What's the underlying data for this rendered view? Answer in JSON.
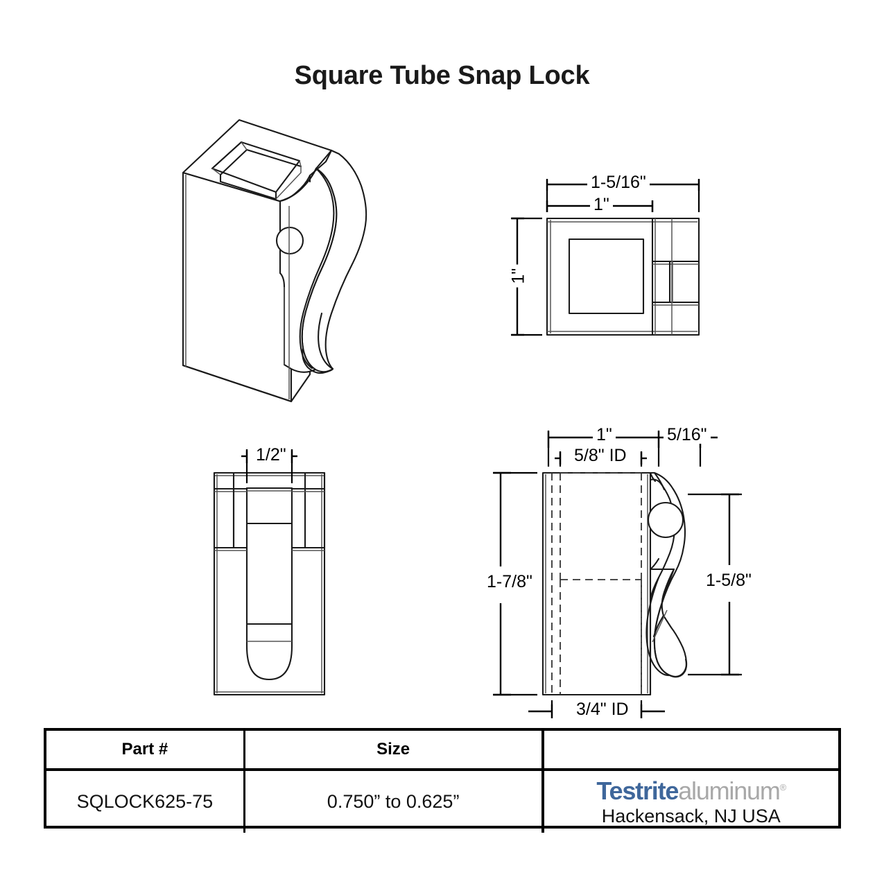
{
  "document": {
    "title": "Square Tube Snap Lock",
    "type": "technical-drawing",
    "background_color": "#ffffff",
    "line_color": "#000000"
  },
  "views": {
    "isometric": {
      "name": "isometric-view",
      "label": ""
    },
    "top": {
      "name": "top-view",
      "label": ""
    },
    "rear": {
      "name": "rear-view",
      "label": ""
    },
    "side": {
      "name": "side-view",
      "label": ""
    }
  },
  "dimensions": {
    "top_overall_width": "1-5/16\"",
    "top_body_width": "1\"",
    "top_height": "1\"",
    "rear_slot_width": "1/2\"",
    "side_body_width": "1\"",
    "side_lever_offset": "5/16\"",
    "side_inner_top": "5/8\" ID",
    "side_overall_height": "1-7/8\"",
    "side_lever_height": "1-5/8\"",
    "side_inner_bottom": "3/4\" ID"
  },
  "spec_table": {
    "headers": [
      "Part #",
      "Size"
    ],
    "rows": [
      {
        "part_number": "SQLOCK625-75",
        "size": "0.750” to 0.625”"
      }
    ]
  },
  "branding": {
    "word_primary": "Testrite",
    "word_secondary": "aluminum",
    "registered_mark": "®",
    "location": "Hackensack, NJ USA",
    "primary_color": "#3f679b",
    "secondary_color": "#a8a8a8"
  }
}
